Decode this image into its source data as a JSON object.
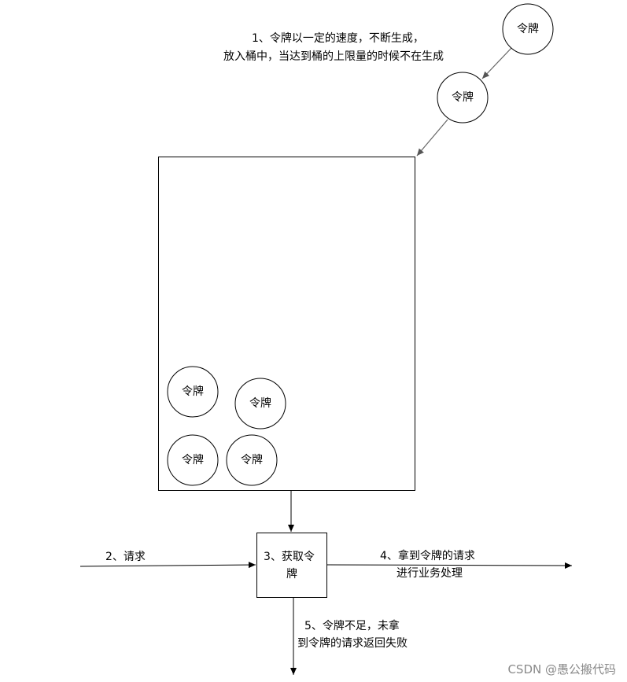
{
  "annotations": {
    "generate_line1": "1、令牌以一定的速度，不断生成，",
    "generate_line2": "放入桶中，当达到桶的上限量的时候不在生成",
    "request": "2、请求",
    "success_line1": "4、拿到令牌的请求",
    "success_line2": "进行业务处理",
    "fail_line1": "5、令牌不足，未拿",
    "fail_line2": "到令牌的请求返回失败"
  },
  "process_box": {
    "line1": "3、获取令",
    "line2": "牌"
  },
  "tokens": {
    "source_label": "令牌",
    "falling_label": "令牌",
    "bucket_labels": [
      "令牌",
      "令牌",
      "令牌",
      "令牌"
    ]
  },
  "watermark": "CSDN @愚公搬代码",
  "colors": {
    "stroke": "#000000",
    "flow_arrow": "#666666",
    "watermark": "#8a8a8a"
  }
}
